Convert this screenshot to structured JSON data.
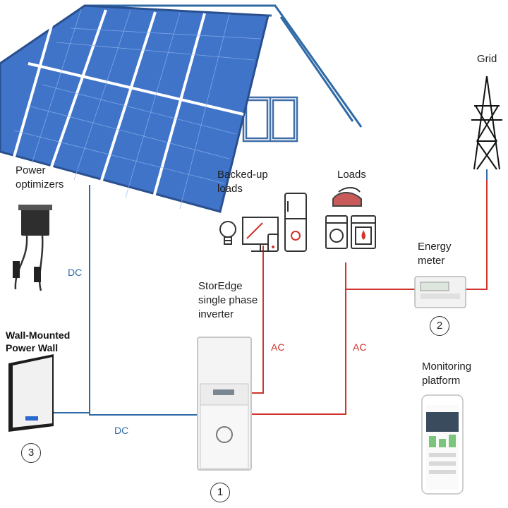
{
  "labels": {
    "grid": "Grid",
    "power_optimizers": "Power\noptimizers",
    "backed_up_loads": "Backed-up\nloads",
    "loads": "Loads",
    "energy_meter": "Energy\nmeter",
    "inverter": "StorEdge\nsingle phase\ninverter",
    "wall_battery": "Wall-Mounted\nPower Wall",
    "monitoring": "Monitoring\nplatform"
  },
  "wires": {
    "dc_vertical": "DC",
    "dc_horizontal": "DC",
    "ac_backed_up": "AC",
    "ac_loads": "AC"
  },
  "markers": {
    "inverter": "1",
    "meter": "2",
    "battery": "3"
  },
  "colors": {
    "dc_wire": "#2f6aa6",
    "ac_wire": "#d0342c",
    "grid_wire": "#2f6aa6",
    "panel_blue": "#3f74c9"
  }
}
